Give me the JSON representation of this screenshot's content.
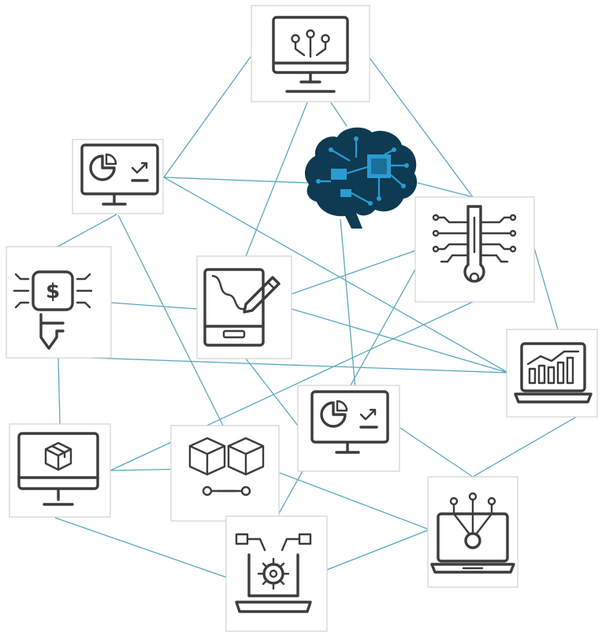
{
  "diagram": {
    "background_color": "#ffffff",
    "link_color": "#5aa7c0",
    "icon_color": "#3c3c3c",
    "brain_color": "#0e3a52",
    "brain_accent_color": "#2b9bd2",
    "nodes": [
      {
        "id": "circuit-monitor",
        "icon": "monitor-circuit-icon"
      },
      {
        "id": "chart-monitor-left",
        "icon": "monitor-pie-chart-icon"
      },
      {
        "id": "ai-brain",
        "icon": "ai-brain-chip-icon"
      },
      {
        "id": "key-circuit",
        "icon": "circuit-key-icon"
      },
      {
        "id": "dollar-chip",
        "icon": "dollar-chip-icon"
      },
      {
        "id": "drawing-tablet",
        "icon": "drawing-tablet-icon"
      },
      {
        "id": "laptop-bar-chart",
        "icon": "laptop-bar-chart-icon"
      },
      {
        "id": "chart-monitor-center",
        "icon": "monitor-pie-chart-icon"
      },
      {
        "id": "cube-monitor",
        "icon": "monitor-cube-icon"
      },
      {
        "id": "linked-cubes",
        "icon": "linked-cubes-icon"
      },
      {
        "id": "laptop-network",
        "icon": "laptop-network-icon"
      },
      {
        "id": "laptop-gear",
        "icon": "laptop-gear-icon"
      }
    ],
    "links": [
      [
        "circuit-monitor",
        "chart-monitor-left"
      ],
      [
        "circuit-monitor",
        "ai-brain"
      ],
      [
        "circuit-monitor",
        "key-circuit"
      ],
      [
        "circuit-monitor",
        "drawing-tablet"
      ],
      [
        "chart-monitor-left",
        "ai-brain"
      ],
      [
        "chart-monitor-left",
        "key-circuit"
      ],
      [
        "chart-monitor-left",
        "laptop-bar-chart"
      ],
      [
        "chart-monitor-left",
        "dollar-chip"
      ],
      [
        "chart-monitor-left",
        "linked-cubes"
      ],
      [
        "ai-brain",
        "chart-monitor-center"
      ],
      [
        "key-circuit",
        "drawing-tablet"
      ],
      [
        "key-circuit",
        "laptop-bar-chart"
      ],
      [
        "key-circuit",
        "cube-monitor"
      ],
      [
        "key-circuit",
        "laptop-gear"
      ],
      [
        "dollar-chip",
        "drawing-tablet"
      ],
      [
        "dollar-chip",
        "laptop-bar-chart"
      ],
      [
        "dollar-chip",
        "cube-monitor"
      ],
      [
        "drawing-tablet",
        "laptop-bar-chart"
      ],
      [
        "drawing-tablet",
        "chart-monitor-center"
      ],
      [
        "laptop-bar-chart",
        "laptop-network"
      ],
      [
        "chart-monitor-center",
        "laptop-network"
      ],
      [
        "cube-monitor",
        "linked-cubes"
      ],
      [
        "cube-monitor",
        "laptop-gear"
      ],
      [
        "linked-cubes",
        "laptop-network"
      ],
      [
        "laptop-gear",
        "laptop-network"
      ]
    ]
  }
}
